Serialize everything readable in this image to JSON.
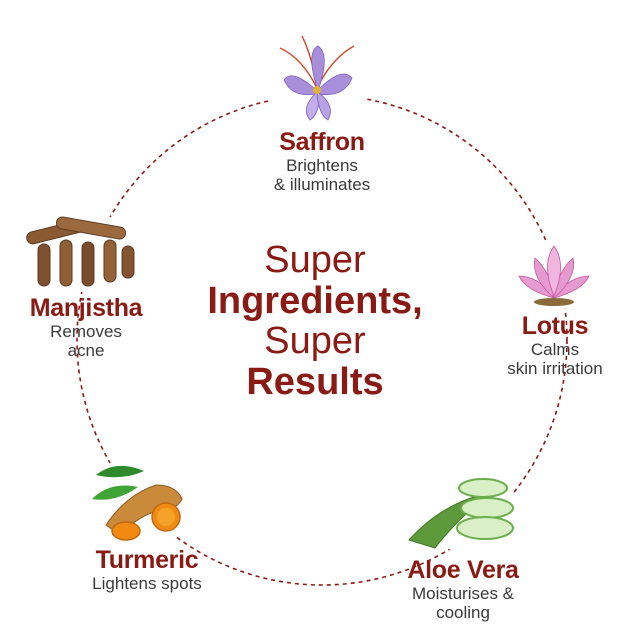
{
  "colors": {
    "accent": "#8a1a14",
    "ring": "#8a1a14",
    "description": "#3a3a3a",
    "background": "#ffffff"
  },
  "headline": {
    "line1": "Super",
    "line2": "Ingredients,",
    "line3": "Super",
    "line4": "Results"
  },
  "ingredients": [
    {
      "name": "Saffron",
      "desc1": "Brightens",
      "desc2": "& illuminates",
      "icon": "saffron-flower-icon"
    },
    {
      "name": "Lotus",
      "desc1": "Calms",
      "desc2": "skin irritation",
      "icon": "lotus-flower-icon"
    },
    {
      "name": "Aloe Vera",
      "desc1": "Moisturises &",
      "desc2": "cooling",
      "icon": "aloe-vera-icon"
    },
    {
      "name": "Turmeric",
      "desc1": "Lightens spots",
      "desc2": "",
      "icon": "turmeric-root-icon"
    },
    {
      "name": "Manjistha",
      "desc1": "Removes",
      "desc2": "acne",
      "icon": "manjistha-roots-icon"
    }
  ]
}
